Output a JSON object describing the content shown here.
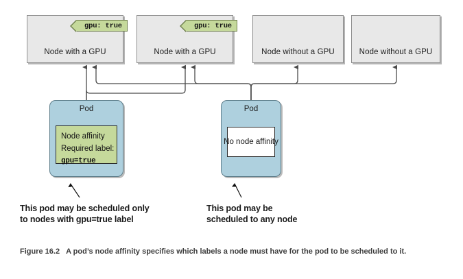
{
  "figure": {
    "number": "Figure 16.2",
    "caption": "A pod’s node affinity specifies which labels a node must have for the pod to be scheduled to it."
  },
  "nodes": [
    {
      "label": "Node with a GPU",
      "tag": "gpu: true",
      "has_tag": true
    },
    {
      "label": "Node with a GPU",
      "tag": "gpu: true",
      "has_tag": true
    },
    {
      "label": "Node without a GPU",
      "tag": "",
      "has_tag": false
    },
    {
      "label": "Node without a GPU",
      "tag": "",
      "has_tag": false
    }
  ],
  "pods": [
    {
      "title": "Pod",
      "inner_type": "affinity",
      "inner_lines": [
        "Node affinity",
        "Required label:",
        "gpu=true"
      ],
      "annotation": [
        "This pod may be scheduled only",
        "to nodes with gpu=true label"
      ]
    },
    {
      "title": "Pod",
      "inner_type": "plain",
      "inner_lines": [
        "No node affinity"
      ],
      "annotation": [
        "This pod may be",
        "scheduled to any node"
      ]
    }
  ],
  "colors": {
    "node_fill": "#e8e8e8",
    "node_stroke": "#8d8d8d",
    "pod_fill": "#aed0de",
    "pod_stroke": "#5f7f8c",
    "label_green": "#c5d99b",
    "label_green_stroke": "#6f7f4e",
    "inner_white": "#ffffff",
    "text": "#1a1a1a",
    "caption_text": "#3d3d3d",
    "wire": "#4b4b4b"
  }
}
